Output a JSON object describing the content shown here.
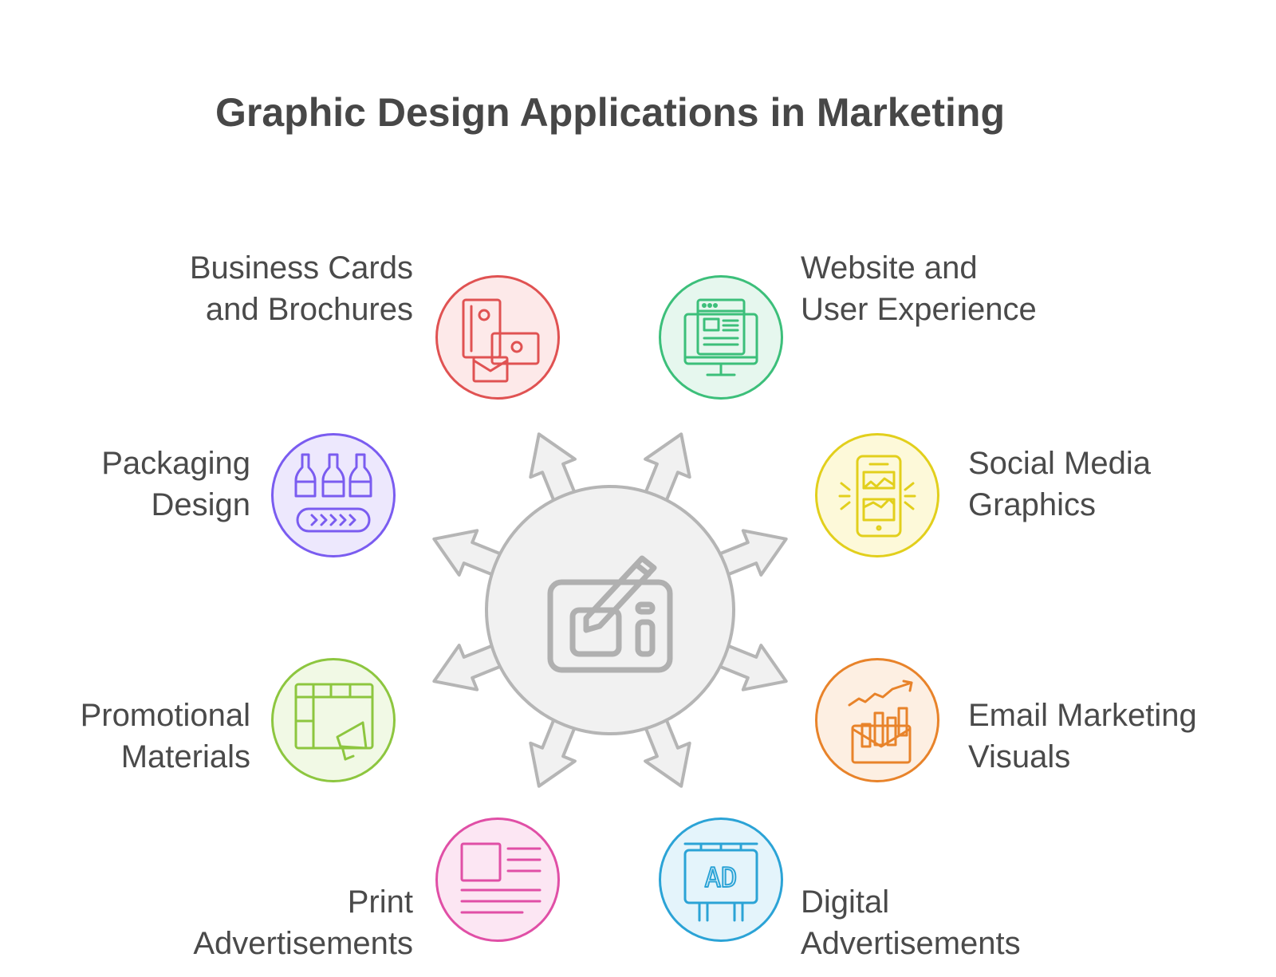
{
  "title": "Graphic Design Applications in Marketing",
  "center": {
    "icon": "drawing-tablet-pen-icon"
  },
  "items": [
    {
      "id": "business-cards",
      "lines": [
        "Business Cards",
        "and Brochures"
      ],
      "icon": "business-card-brochure-icon",
      "color": "#e05252",
      "fill": "#fde9e9"
    },
    {
      "id": "website",
      "lines": [
        "Website and",
        "User Experience"
      ],
      "icon": "website-monitor-icon",
      "color": "#3cbf7a",
      "fill": "#e6f7ee"
    },
    {
      "id": "social-media",
      "lines": [
        "Social Media",
        "Graphics"
      ],
      "icon": "smartphone-graphics-icon",
      "color": "#e2cf1c",
      "fill": "#fdf9d9"
    },
    {
      "id": "email",
      "lines": [
        "Email Marketing",
        "Visuals"
      ],
      "icon": "email-chart-icon",
      "color": "#e8832a",
      "fill": "#fdefe2"
    },
    {
      "id": "digital-ads",
      "lines": [
        "Digital",
        "Advertisements"
      ],
      "icon": "billboard-ad-icon",
      "color": "#2ba3d6",
      "fill": "#e4f4fb"
    },
    {
      "id": "print-ads",
      "lines": [
        "Print",
        "Advertisements"
      ],
      "icon": "newspaper-layout-icon",
      "color": "#e04fa6",
      "fill": "#fce6f3"
    },
    {
      "id": "promotional",
      "lines": [
        "Promotional",
        "Materials"
      ],
      "icon": "storefront-megaphone-icon",
      "color": "#8dc63f",
      "fill": "#f1f9e5"
    },
    {
      "id": "packaging",
      "lines": [
        "Packaging",
        "Design"
      ],
      "icon": "bottles-conveyor-icon",
      "color": "#7a5cf0",
      "fill": "#ede8fd"
    }
  ],
  "center_icon_name": "drawing-tablet-pen-icon",
  "text_labels": {
    "AD": "AD"
  }
}
